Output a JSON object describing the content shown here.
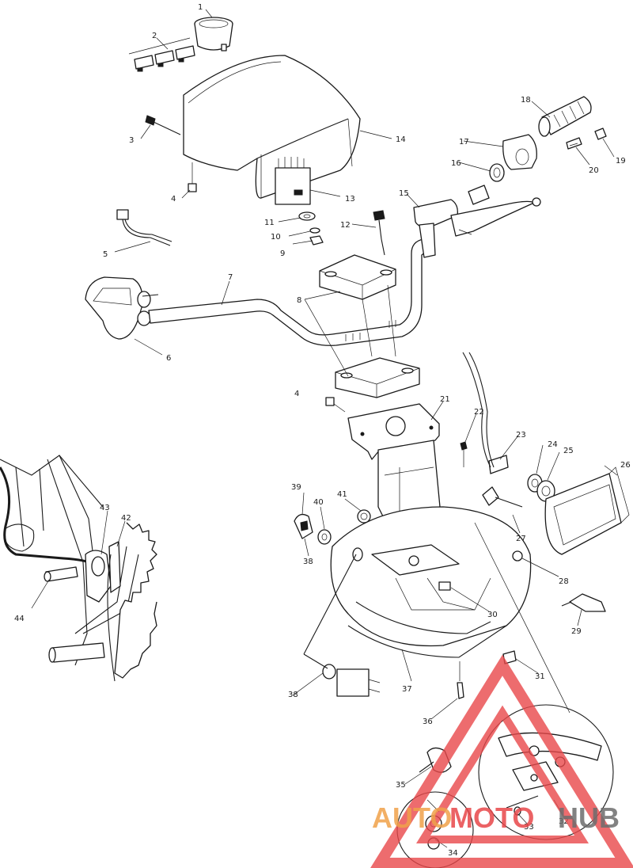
{
  "callouts": [
    {
      "id": "1",
      "text": "1"
    },
    {
      "id": "2",
      "text": "2"
    },
    {
      "id": "3",
      "text": "3"
    },
    {
      "id": "4a",
      "text": "4"
    },
    {
      "id": "4b",
      "text": "4"
    },
    {
      "id": "5",
      "text": "5"
    },
    {
      "id": "6",
      "text": "6"
    },
    {
      "id": "7",
      "text": "7"
    },
    {
      "id": "8",
      "text": "8"
    },
    {
      "id": "9",
      "text": "9"
    },
    {
      "id": "10",
      "text": "10"
    },
    {
      "id": "11",
      "text": "11"
    },
    {
      "id": "12",
      "text": "12"
    },
    {
      "id": "13",
      "text": "13"
    },
    {
      "id": "14",
      "text": "14"
    },
    {
      "id": "15",
      "text": "15"
    },
    {
      "id": "16",
      "text": "16"
    },
    {
      "id": "17",
      "text": "17"
    },
    {
      "id": "18",
      "text": "18"
    },
    {
      "id": "19",
      "text": "19"
    },
    {
      "id": "20",
      "text": "20"
    },
    {
      "id": "21",
      "text": "21"
    },
    {
      "id": "22",
      "text": "22"
    },
    {
      "id": "23",
      "text": "23"
    },
    {
      "id": "24",
      "text": "24"
    },
    {
      "id": "25",
      "text": "25"
    },
    {
      "id": "26",
      "text": "26"
    },
    {
      "id": "27",
      "text": "27"
    },
    {
      "id": "28",
      "text": "28"
    },
    {
      "id": "29",
      "text": "29"
    },
    {
      "id": "30",
      "text": "30"
    },
    {
      "id": "31",
      "text": "31"
    },
    {
      "id": "32",
      "text": "32"
    },
    {
      "id": "33",
      "text": "33"
    },
    {
      "id": "34",
      "text": "34"
    },
    {
      "id": "35",
      "text": "35"
    },
    {
      "id": "36",
      "text": "36"
    },
    {
      "id": "37",
      "text": "37"
    },
    {
      "id": "38a",
      "text": "38"
    },
    {
      "id": "38b",
      "text": "38"
    },
    {
      "id": "39",
      "text": "39"
    },
    {
      "id": "40",
      "text": "40"
    },
    {
      "id": "41",
      "text": "41"
    },
    {
      "id": "42",
      "text": "42"
    },
    {
      "id": "43",
      "text": "43"
    },
    {
      "id": "44",
      "text": "44"
    }
  ],
  "watermark": {
    "part1": "AUTO",
    "part2": "MOTO",
    "part3": "HUB",
    "color_red": "#e8474a",
    "color_orange": "#f0a24a",
    "color_gray": "#6d6d6d"
  }
}
